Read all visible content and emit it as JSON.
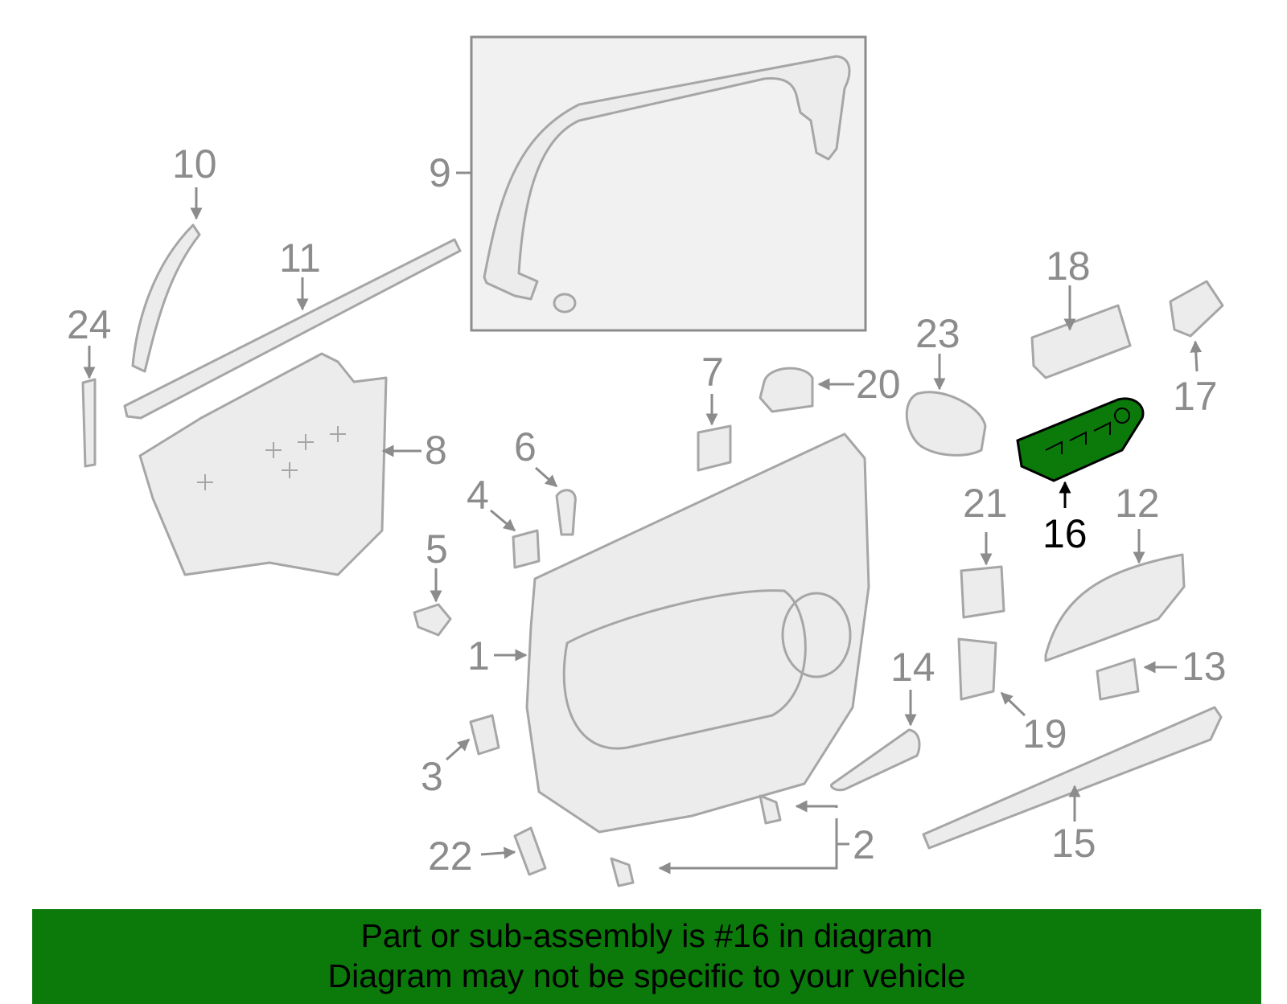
{
  "callouts": {
    "c1": "1",
    "c2": "2",
    "c3": "3",
    "c4": "4",
    "c5": "5",
    "c6": "6",
    "c7": "7",
    "c8": "8",
    "c9": "9",
    "c10": "10",
    "c11": "11",
    "c12": "12",
    "c13": "13",
    "c14": "14",
    "c15": "15",
    "c16": "16",
    "c17": "17",
    "c18": "18",
    "c19": "19",
    "c20": "20",
    "c21": "21",
    "c22": "22",
    "c23": "23",
    "c24": "24"
  },
  "highlight": {
    "part": "16",
    "color": "#0b7a0b"
  },
  "banner": {
    "line1": "Part or sub-assembly is #16 in diagram",
    "line2": "Diagram may not be specific to your vehicle"
  }
}
